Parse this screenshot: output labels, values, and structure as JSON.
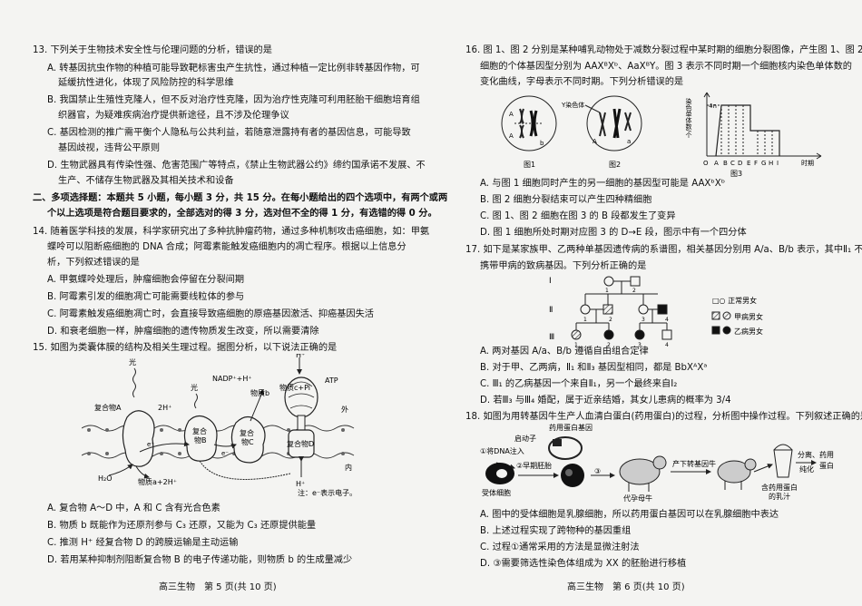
{
  "left": {
    "q13": {
      "stem": "13. 下列关于生物技术安全性与伦理问题的分析，错误的是",
      "A1": "A. 转基因抗虫作物的种植可能导致靶标害虫产生抗性，通过种植一定比例非转基因作物，可",
      "A2": "延缓抗性进化，体现了风险防控的科学思维",
      "B1": "B. 我国禁止生殖性克隆人，但不反对治疗性克隆，因为治疗性克隆可利用胚胎干细胞培育组",
      "B2": "织器官，为疑难疾病治疗提供新途径，且不涉及伦理争议",
      "C1": "C. 基因检测的推广需平衡个人隐私与公共利益，若随意泄露持有者的基因信息，可能导致",
      "C2": "基因歧视，违背公平原则",
      "D1": "D. 生物武器具有传染性强、危害范围广等特点，《禁止生物武器公约》缔约国承诺不发展、不",
      "D2": "生产、不储存生物武器及其相关技术和设备"
    },
    "section2_1": "二、多项选择题：本题共 5 小题，每小题 3 分，共 15 分。在每小题给出的四个选项中，有两个或两",
    "section2_2": "个以上选项是符合题目要求的，全部选对的得 3 分，选对但不全的得 1 分，有选错的得 0 分。",
    "q14": {
      "stem1": "14. 随着医学科技的发展，科学家研究出了多种抗肿瘤药物，通过多种机制攻击癌细胞，如：甲氨",
      "stem2": "蝶呤可以阻断癌细胞的 DNA 合成；阿霉素能触发癌细胞内的凋亡程序。根据以上信息分",
      "stem3": "析，下列叙述错误的是",
      "A": "A. 甲氨蝶呤处理后，肿瘤细胞会停留在分裂间期",
      "B": "B. 阿霉素引发的细胞凋亡可能需要线粒体的参与",
      "C": "C. 阿霉素触发癌细胞凋亡时，会直接导致癌细胞的原癌基因激活、抑癌基因失活",
      "D": "D. 和衰老细胞一样，肿瘤细胞的遗传物质发生改变，所以需要清除"
    },
    "q15": {
      "stem": "15. 如图为类囊体膜的结构及相关生理过程。据图分析，以下说法正确的是",
      "fig": {
        "light1": "光",
        "light2": "光",
        "complexA": "复合物A",
        "twoH": "2H⁺",
        "nadp": "NADP⁺+H⁺",
        "substB": "物质b",
        "substC": "物质c+Pi",
        "hplus_top": "H⁺",
        "atp": "ATP",
        "complexB1": "复合",
        "complexB2": "物B",
        "complexC1": "复合",
        "complexC2": "物C",
        "complexD1": "复合物D",
        "outside": "外",
        "inside": "内",
        "e1": "e⁻",
        "e2": "e⁻",
        "h2o": "H₂O",
        "substA": "物质a+2H⁺",
        "hplus_bottom": "H⁺",
        "note": "注：e⁻表示电子。"
      },
      "A": "A. 复合物 A～D 中，A 和 C 含有光合色素",
      "B": "B. 物质 b 既能作为还原剂参与 C₃ 还原，又能为 C₃ 还原提供能量",
      "C": "C. 推测 H⁺ 经复合物 D 的跨膜运输是主动运输",
      "D": "D. 若用某种抑制剂阻断复合物 B 的电子传递功能，则物质 b 的生成量减少"
    },
    "footer": "高三生物　第 5 页(共 10 页)"
  },
  "right": {
    "q16": {
      "stem1": "16. 图 1、图 2 分别是某种哺乳动物处于减数分裂过程中某时期的细胞分裂图像，产生图 1、图 2",
      "stem2": "细胞的个体基因型分别为 AAXᴮXᵇ、AaXᴮY。图 3 表示不同时期一个细胞核内染色单体数的",
      "stem3": "变化曲线，字母表示不同时期。下列分析错误的是",
      "fig1": "图1",
      "fig2": "图2",
      "fig3": "图3",
      "ychrom": "Y染色体",
      "ylabel": "染色单体数/个",
      "y4n": "4n",
      "xlabel": "时期",
      "ticks": [
        "O",
        "A",
        "B",
        "C",
        "D",
        "E",
        "F",
        "G",
        "H",
        "I"
      ],
      "A": "A. 与图 1 细胞同时产生的另一细胞的基因型可能是 AAXᵇXᵇ",
      "B": "B. 图 2 细胞分裂结束可以产生四种精细胞",
      "C": "C. 图 1、图 2 细胞在图 3 的 B 段都发生了变异",
      "D": "D. 图 1 细胞所处时期对应图 3 的 D→E 段，图示中有一个四分体"
    },
    "q17": {
      "stem1": "17. 如下是某家族甲、乙两种单基因遗传病的系谱图，相关基因分别用 A/a、B/b 表示，其中Ⅱ₁ 不",
      "stem2": "携带甲病的致病基因。下列分析正确的是",
      "gen1": "Ⅰ",
      "gen2": "Ⅱ",
      "gen3": "Ⅲ",
      "legend1": "□○ 正常男女",
      "legend2": "甲病男女",
      "legend3": "乙病男女",
      "A": "A. 两对基因 A/a、B/b 遵循自由组合定律",
      "B": "B. 对于甲、乙两病，Ⅱ₁ 和Ⅱ₃ 基因型相同，都是 BbXᴬXᵃ",
      "C": "C. Ⅲ₁ 的乙病基因一个来自Ⅱ₁，另一个最终来自Ⅰ₂",
      "D": "D. 若Ⅲ₃ 与Ⅲ₄ 婚配，属于近亲结婚，其女儿患病的概率为 3/4"
    },
    "q18": {
      "stem": "18. 如图为用转基因牛生产人血清白蛋白(药用蛋白)的过程，分析图中操作过程。下列叙述正确的是",
      "fig": {
        "gene": "药用蛋白基因",
        "promoter": "启动子",
        "step1": "①将DNA注入",
        "step2": "②早期胚胎",
        "step3": "③",
        "recipient": "受体细胞",
        "surrogate": "代孕母牛",
        "transgenic": "产下转基因牛",
        "milk1": "含药用蛋白",
        "milk2": "的乳汁",
        "purify1": "分离、",
        "purify2": "纯化",
        "product1": "药用",
        "product2": "蛋白"
      },
      "A": "A. 图中的受体细胞是乳腺细胞，所以药用蛋白基因可以在乳腺细胞中表达",
      "B": "B. 上述过程实现了跨物种的基因重组",
      "C": "C. 过程①通常采用的方法是显微注射法",
      "D": "D. ③需要筛选性染色体组成为 XX 的胚胎进行移植"
    },
    "footer": "高三生物　第 6 页(共 10 页)"
  }
}
